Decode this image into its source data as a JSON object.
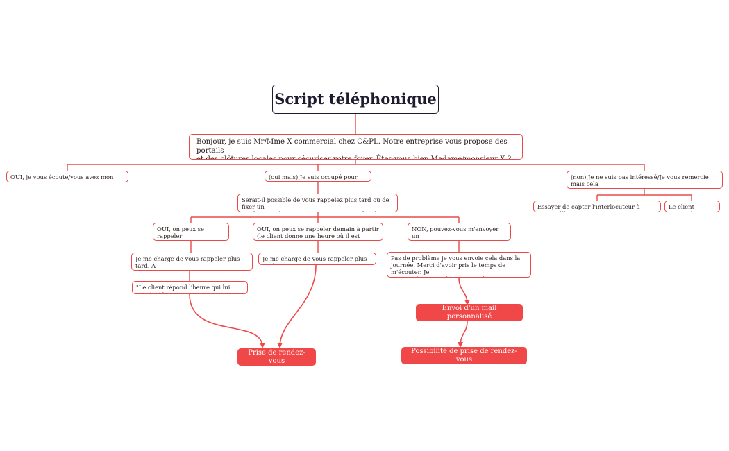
{
  "title": "Script téléphonique",
  "colors": {
    "accent": "#f04848",
    "border": "#e84a4a",
    "root_border": "#1c1c2e",
    "text": "#2b1d1d"
  },
  "nodes": {
    "intro": "Bonjour, je suis Mr/Mme X commercial chez C&PL. Notre entreprise vous propose des portails\net des clôtures locales pour sécuriser votre foyer. Êtes-vous bien Madame/monsieur X ?",
    "oui_attention": "OUI, je vous écoute/vous avez mon attention",
    "oui_mais": "(oui mais) Je suis occupé pour l'instant.",
    "non": "(non) Je ne suis pas intéressé/Je vous remercie mais cela\nne m'intéresse pas/ Je n'ai pas le temps",
    "essayer": "Essayer de capter l'interlocuteur à notre offfre",
    "raccroche": "Le client raccroche",
    "serait_il": "Serait-il possible de vous rappelez plus tard ou de fixer un\nrendez-vous lorsque vous aurez un peu plus de temps ?",
    "oui_quelques": "OUI, on peux se rappeler\ndans quelques heures.",
    "oui_demain": "OUI, on peux se rappeler demain à partir\n(le client donne une heure où il est disponible)",
    "non_mail": "NON, pouvez-vous m'envoyer un\nmail pour avoir plus d'information ?",
    "charge_heure": "Je me charge de vous rappeler plus tard. À\nquelle heure pourrais-je vous rappelez ?",
    "charge_simple": "Je me charge de vous rappeler plus tard.",
    "pas_probleme": "Pas de problème je vous envoie cela dans la\njournée. Merci d'avoir pris le temps de m'écouter. Je\nvous souhaite une bonne journée.",
    "client_repond": "\"Le client répond l'heure qui lui convient\"",
    "envoi_mail": "Envoi d'un mail personnalisé",
    "prise_rdv": "Prise de rendez-vous",
    "possibilite_rdv": "Possibilité de prise de rendez-vous"
  }
}
